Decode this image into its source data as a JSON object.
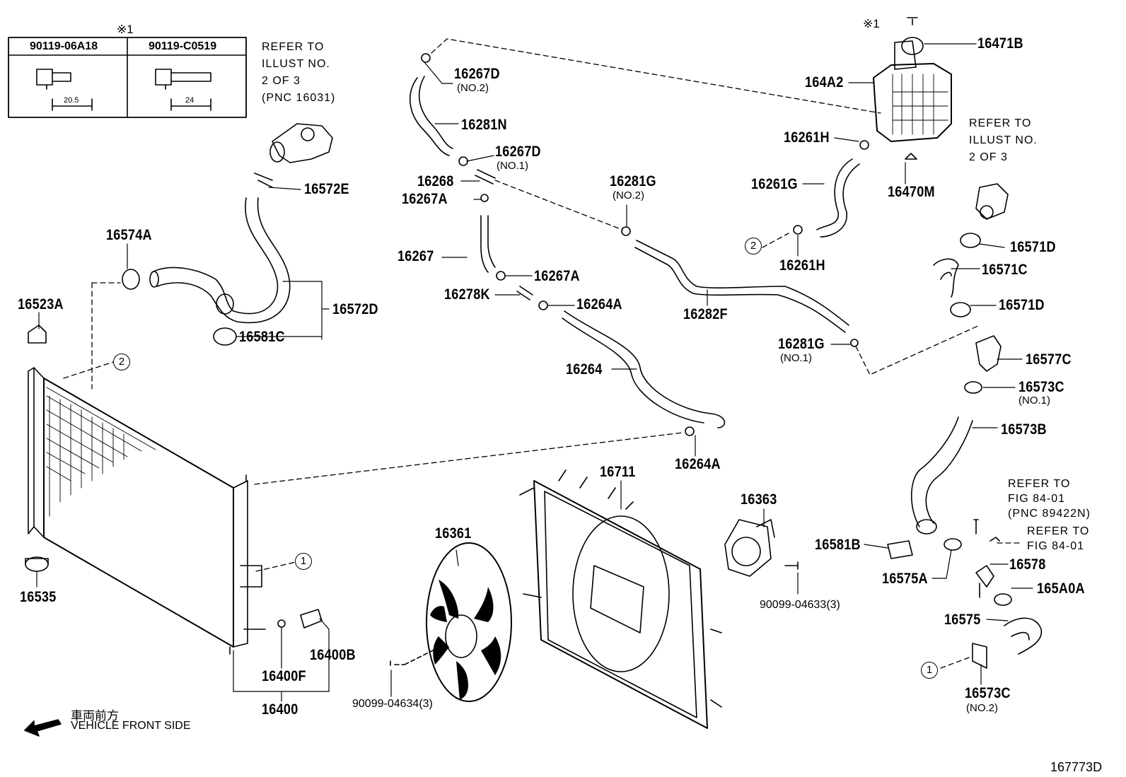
{
  "diagram_id": "167773D",
  "bolt_table": {
    "mark": "※1",
    "headers": [
      "90119-06A18",
      "90119-C0519"
    ],
    "dims": [
      "20.5",
      "24"
    ]
  },
  "notes": {
    "refer_pnc16031": "REFER TO\nILLUST NO.\n2 OF 3\n(PNC 16031)",
    "refer_illust_right": "REFER TO\nILLUST NO.\n2 OF 3",
    "refer_fig1": "REFER TO\nFIG 84-01\n(PNC 89422N)",
    "refer_fig2": "REFER TO\nFIG 84-01",
    "vehicle_jp": "車両前方",
    "vehicle_en": "VEHICLE FRONT SIDE",
    "mark1": "※1"
  },
  "circles": {
    "c1": "1",
    "c2": "2"
  },
  "parts": {
    "p16267D_2": "16267D",
    "p16267D_2_sub": "(NO.2)",
    "p16281N": "16281N",
    "p16267D_1": "16267D",
    "p16267D_1_sub": "(NO.1)",
    "p16268": "16268",
    "p16267A_top": "16267A",
    "p16267": "16267",
    "p16267A_mid": "16267A",
    "p16278K": "16278K",
    "p16264A_top": "16264A",
    "p16264": "16264",
    "p16264A_bot": "16264A",
    "p16281G_2": "16281G",
    "p16281G_2_sub": "(NO.2)",
    "p16282F": "16282F",
    "p16281G_1": "16281G",
    "p16281G_1_sub": "(NO.1)",
    "p16471B": "16471B",
    "p164A2": "164A2",
    "p16261H_top": "16261H",
    "p16261G": "16261G",
    "p16470M": "16470M",
    "p16261H_bot": "16261H",
    "p16571D_top": "16571D",
    "p16571C": "16571C",
    "p16571D_bot": "16571D",
    "p16577C": "16577C",
    "p16573C_1": "16573C",
    "p16573C_1_sub": "(NO.1)",
    "p16573B": "16573B",
    "p16581B": "16581B",
    "p16575A": "16575A",
    "p16578": "16578",
    "p165A0A": "165A0A",
    "p16575": "16575",
    "p16573C_2": "16573C",
    "p16573C_2_sub": "(NO.2)",
    "p16572E": "16572E",
    "p16574A": "16574A",
    "p16572D": "16572D",
    "p16581C": "16581C",
    "p16523A": "16523A",
    "p16535": "16535",
    "p16400F": "16400F",
    "p16400B": "16400B",
    "p16400": "16400",
    "p16361": "16361",
    "p90099_04634": "90099-04634(3)",
    "p16711": "16711",
    "p16363": "16363",
    "p90099_04633": "90099-04633(3)"
  }
}
